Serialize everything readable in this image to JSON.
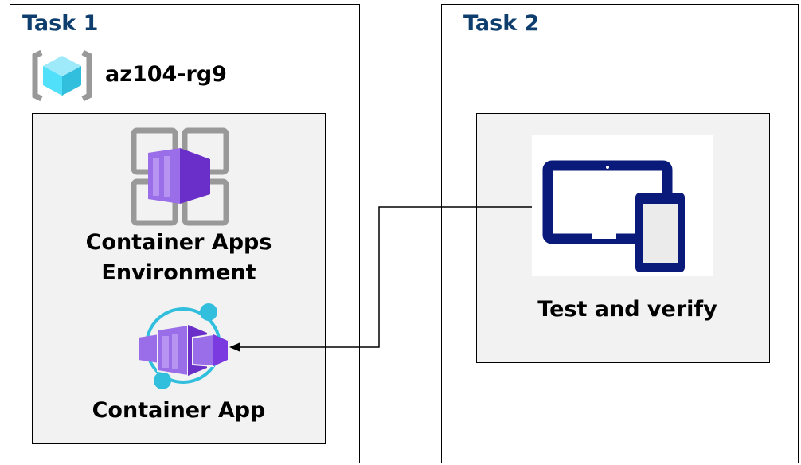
{
  "task1": {
    "title": "Task 1",
    "resource_group": "az104-rg9",
    "environment_label": "Container Apps Environment",
    "environment_label_line1": "Container Apps",
    "environment_label_line2": "Environment",
    "app_label": "Container App"
  },
  "task2": {
    "title": "Task 2",
    "test_label": "Test and verify"
  },
  "icons": {
    "resource_group": "resource-group-icon",
    "environment": "container-apps-environment-icon",
    "app": "container-app-icon",
    "device": "tablet-phone-icon"
  },
  "colors": {
    "task_title": "#0e3e6e",
    "container_purple": "#773adc",
    "accent_cyan": "#32bedd",
    "device_navy": "#0a1a7a",
    "panel_bg": "#f2f2f2"
  }
}
